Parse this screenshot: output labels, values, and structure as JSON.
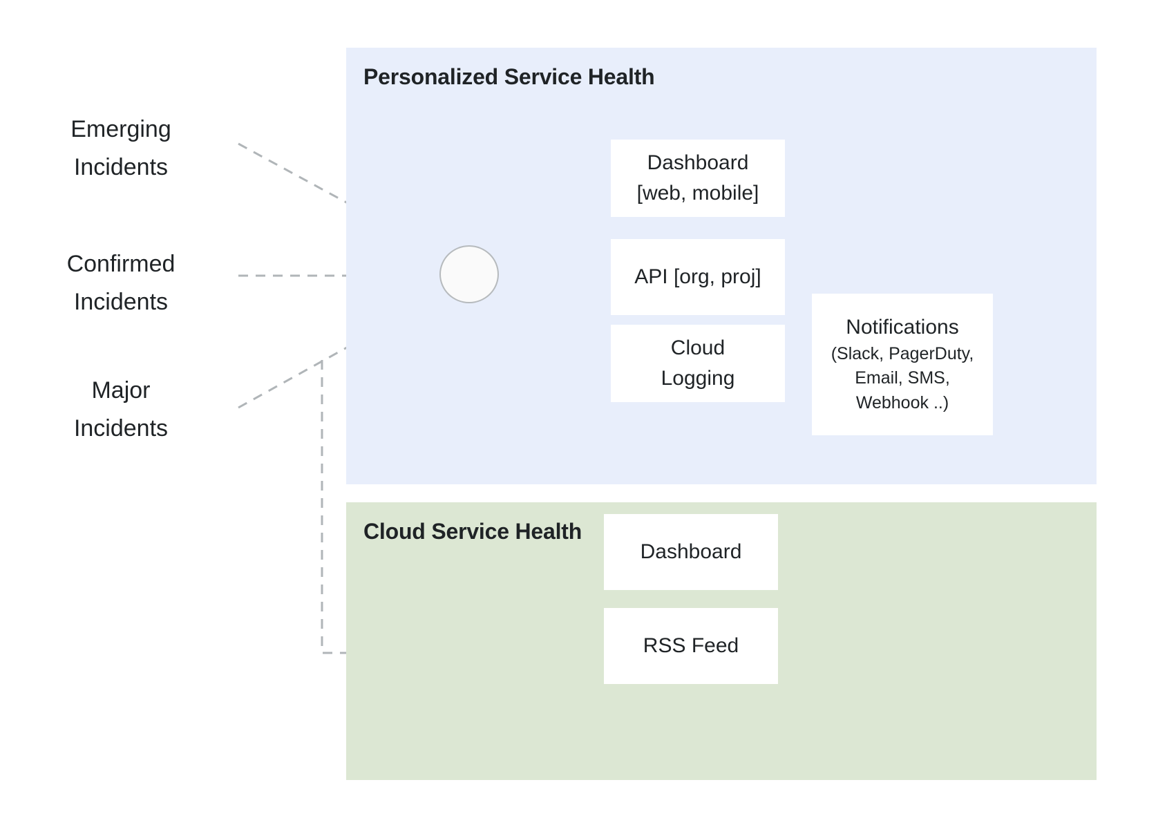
{
  "diagram": {
    "title_hidden": "",
    "sources": [
      {
        "id": "emerging",
        "label": "Emerging\nIncidents"
      },
      {
        "id": "confirmed",
        "label": "Confirmed\nIncidents"
      },
      {
        "id": "major",
        "label": "Major\nIncidents"
      }
    ],
    "panels": [
      {
        "id": "personalized-service-health",
        "title": "Personalized Service Health",
        "color": "#e8eefb"
      },
      {
        "id": "cloud-service-health",
        "title": "Cloud Service Health",
        "color": "#dce7d3"
      }
    ],
    "hub": {
      "label": ""
    },
    "nodes": {
      "dashboard_web_mobile": "Dashboard\n[web, mobile]",
      "api_org_proj": "API [org, proj]",
      "cloud_logging": "Cloud\nLogging",
      "notifications_title": "Notifications",
      "notifications_detail": "(Slack, PagerDuty,\nEmail, SMS,\nWebhook ..)",
      "dashboard_csh": "Dashboard",
      "rss_feed": "RSS Feed"
    },
    "colors": {
      "panel_personalized": "#e8eefb",
      "panel_cloud": "#dce7d3",
      "box_fill": "#ffffff",
      "text": "#1f2326",
      "solid_connector": "#5a6269",
      "dashed_connector": "#b0b5b8",
      "light_connector": "#b6babd",
      "hub_fill": "#fafafa",
      "hub_stroke": "#b6babd"
    },
    "edges": [
      {
        "from": "emerging",
        "to": "hub",
        "style": "dashed"
      },
      {
        "from": "confirmed",
        "to": "hub",
        "style": "dashed"
      },
      {
        "from": "major",
        "to": "hub",
        "style": "dashed"
      },
      {
        "from": "major",
        "to": "cloud-service-health",
        "style": "dashed"
      },
      {
        "from": "hub",
        "to": "dashboard_web_mobile",
        "style": "solid"
      },
      {
        "from": "hub",
        "to": "api_org_proj",
        "style": "solid"
      },
      {
        "from": "hub",
        "to": "cloud_logging",
        "style": "solid"
      },
      {
        "from": "cloud_logging",
        "to": "notifications_title",
        "style": "solid-light"
      },
      {
        "from": "cloud-service-health-hub",
        "to": "dashboard_csh",
        "style": "plain"
      },
      {
        "from": "cloud-service-health-hub",
        "to": "rss_feed",
        "style": "plain"
      }
    ]
  }
}
